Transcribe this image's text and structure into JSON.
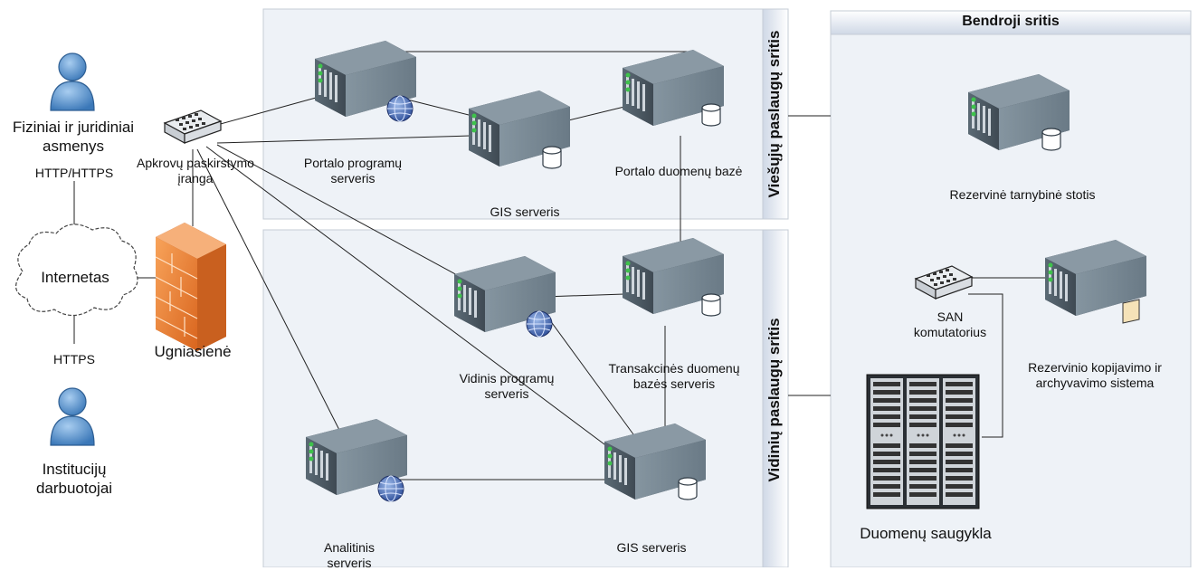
{
  "zones": {
    "public": {
      "title": "Viešųjų paslaugų sritis"
    },
    "internal": {
      "title": "Vidinių paslaugų sritis"
    },
    "common": {
      "title": "Bendroji sritis"
    }
  },
  "labels": {
    "users_public": "Fiziniai ir juridiniai asmenys",
    "http_https": "HTTP/HTTPS",
    "internet": "Internetas",
    "https": "HTTPS",
    "users_internal": "Institucijų darbuotojai",
    "load_balancer": "Apkrovų paskirstymo įranga",
    "firewall": "Ugniasienė",
    "portal_app_server": "Portalo programų serveris",
    "gis_server_public": "GIS serveris",
    "portal_db": "Portalo duomenų bazė",
    "internal_app_server": "Vidinis programų serveris",
    "transaction_db_server": "Transakcinės duomenų bazės serveris",
    "analytic_server": "Analitinis serveris",
    "gis_server_internal": "GIS serveris",
    "backup_server": "Rezervinė tarnybinė stotis",
    "san_switch": "SAN komutatorius",
    "backup_archive_system": "Rezervinio kopijavimo ir archyvavimo sistema",
    "data_storage": "Duomenų saugykla"
  },
  "colors": {
    "zone_fill": "#eef2f7",
    "zone_border": "#c5ccd6",
    "server_dark": "#4d5b66",
    "server_top": "#7b8a95",
    "user_blue": "#5b9bd5",
    "firewall_orange": "#f08a3c"
  }
}
